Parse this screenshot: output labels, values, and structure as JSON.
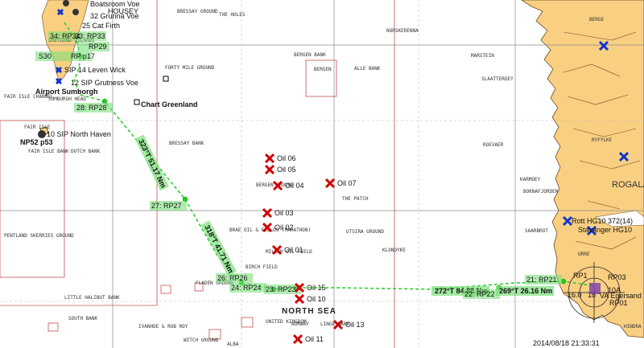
{
  "chart_labels": {
    "boatsroom_voe": "Boatsroom Voe",
    "housey": "HOUSEY",
    "grunna_voe": "32 Grunna Voe",
    "cat_firth": "25 Cat Firth",
    "shetland_islands": "SHETLAND ISLANDS",
    "leven_wick": "SIP 14 Leven Wick",
    "grutness_voe": "12 SIP Grutness Voe",
    "airport": "Airport Sumborgh",
    "chart_greenland": "Chart Greenland",
    "north_haven": "10 SIP North Haven",
    "np52": "NP52 p53",
    "fair_isle_channel": "FAIR ISLE CHANNEL",
    "fair_isle": "FAIR ISLE",
    "sumburgh_head": "SUMBURGH HEAD",
    "dutch_bank": "DUTCH BANK",
    "fair_isle_bank": "FAIR ISLE BANK",
    "pentland_skerries": "PENTLAND SKERRIES GROUND",
    "forty_mile_ground": "FORTY MILE GROUND",
    "bressay_ground": "BRESSAY GROUND",
    "the_holes": "THE HOLES",
    "bergen_bank": "BERGEN BANK",
    "bergen": "BERGEN",
    "alle_bank": "ALLE BANK",
    "norskerenna": "NORSKERENNA",
    "bressay_bank": "BRESSAY BANK",
    "bergen_ground": "BERGEN GROUND",
    "the_patch": "THE PATCH",
    "brae_oil": "BRAE OIL & FIELDS (MARATHON)",
    "miller_oil": "MILLER OIL FIELD",
    "birch_field": "BIRCH FIELD",
    "fladen_ground": "FLADEN GROUND",
    "utsira_ground": "UTSIRA GROUND",
    "klondyke": "KLONDYKE",
    "north_sea": "NORTH SEA",
    "little_halibut": "LITTLE HALIBUT BANK",
    "ivanhoe": "IVANHOE & ROB ROY",
    "witch_ground": "WITCH GROUND",
    "south_bank": "SOUTH BANK",
    "alba": "ALBA",
    "united_kingdom": "UNITED KINGDOM",
    "norway": "NORWAY",
    "linge_bank": "LINGE BANK",
    "marstein": "MARSTEIN",
    "slaatteroey": "SLAATTEROEY",
    "roevaer": "ROEVAER",
    "karmoey": "KARMOEY",
    "bokn": "BOKNAFJORDEN",
    "saarbrot": "SAARBROT",
    "berge": "BERGE",
    "rogaland": "ROGALA",
    "stavanger": "Stavanger HG10",
    "rott": "Rott HG10 372(14)",
    "egersand": "VA Egersand",
    "ryfylke": "RYFYLKE",
    "hindra": "HINDRA",
    "orre": "ORRE",
    "timestamp": "2014/08/18 21:33:31"
  },
  "route": {
    "waypoints": [
      "34: RP34",
      "33: RP33",
      "RP29",
      "S30",
      "RP p17",
      "28: RP28",
      "27: RP27",
      "26: RP26",
      "24: RP24",
      "23: RP23",
      "22: RP22",
      "21: RP21",
      "RP1",
      "RP03",
      "RP01",
      "16.0",
      "18",
      "10A"
    ],
    "legs": [
      "323°T 51.17 Nm",
      "318°T 41.71 Nm",
      "272°T 84.88 Nm",
      "269°T 26.16 Nm"
    ]
  },
  "oil_fields": [
    "Oil 06",
    "Oil 05",
    "Oil 04",
    "Oil 07",
    "Oil 03",
    "Oil 02",
    "Oil 01",
    "Oil 15",
    "Oil 10",
    "Oil 13",
    "Oil 11"
  ],
  "colors": {
    "sea": "#ffffff",
    "land": "#f9cf82",
    "route": "#22cc22",
    "grid": "#8a8a8a",
    "boundary": "#c05050",
    "oil": "#cc0000"
  }
}
